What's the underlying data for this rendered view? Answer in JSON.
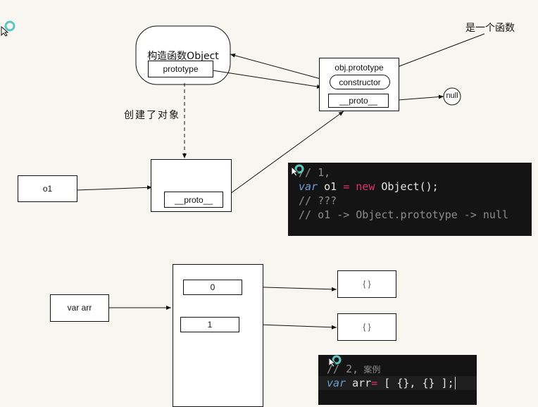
{
  "constructor_node": {
    "title": "构造函数Object",
    "field": "prototype"
  },
  "prototype_node": {
    "title": "obj.prototype",
    "constructor_field": "constructor",
    "proto_field": "__proto__"
  },
  "null_node": {
    "label": "null"
  },
  "annotation_function": "是一个函数",
  "annotation_created": "创建了对象",
  "instance_node": {
    "proto_field": "__proto__"
  },
  "var_o1": {
    "label": "o1"
  },
  "code1": {
    "line1": "// 1,",
    "line2_kw": "var",
    "line2_name": " o1 ",
    "line2_op": "=",
    "line2_new": " new",
    "line2_rest": " Object();",
    "line3": "// ???",
    "line4": "// o1 -> Object.prototype -> null"
  },
  "var_arr": {
    "label": "var arr"
  },
  "array_node": {
    "items": [
      "0",
      "1"
    ]
  },
  "objects": [
    "{ }",
    "{ }"
  ],
  "code2": {
    "line1_a": "// 2,",
    "line1_b": " 案例",
    "line2_kw": "var",
    "line2_name": " arr",
    "line2_op": "=",
    "line2_rest": " [ {}, {} ];"
  }
}
